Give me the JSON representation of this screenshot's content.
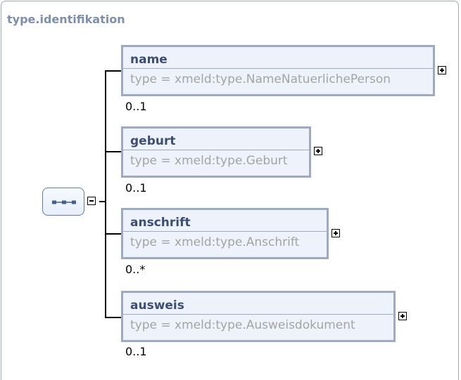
{
  "diagram": {
    "title": "type.identifikation",
    "compositor": "sequence",
    "elements": [
      {
        "name": "name",
        "type": "type = xmeld:type.NameNatuerlichePerson",
        "cardinality": "0..1"
      },
      {
        "name": "geburt",
        "type": "type = xmeld:type.Geburt",
        "cardinality": "0..1"
      },
      {
        "name": "anschrift",
        "type": "type = xmeld:type.Anschrift",
        "cardinality": "0..*"
      },
      {
        "name": "ausweis",
        "type": "type = xmeld:type.Ausweisdokument",
        "cardinality": "0..1"
      }
    ]
  },
  "icons": {
    "compositor": "sequence-compositor-icon",
    "collapse": "collapse-icon",
    "expand": "expand-icon"
  }
}
